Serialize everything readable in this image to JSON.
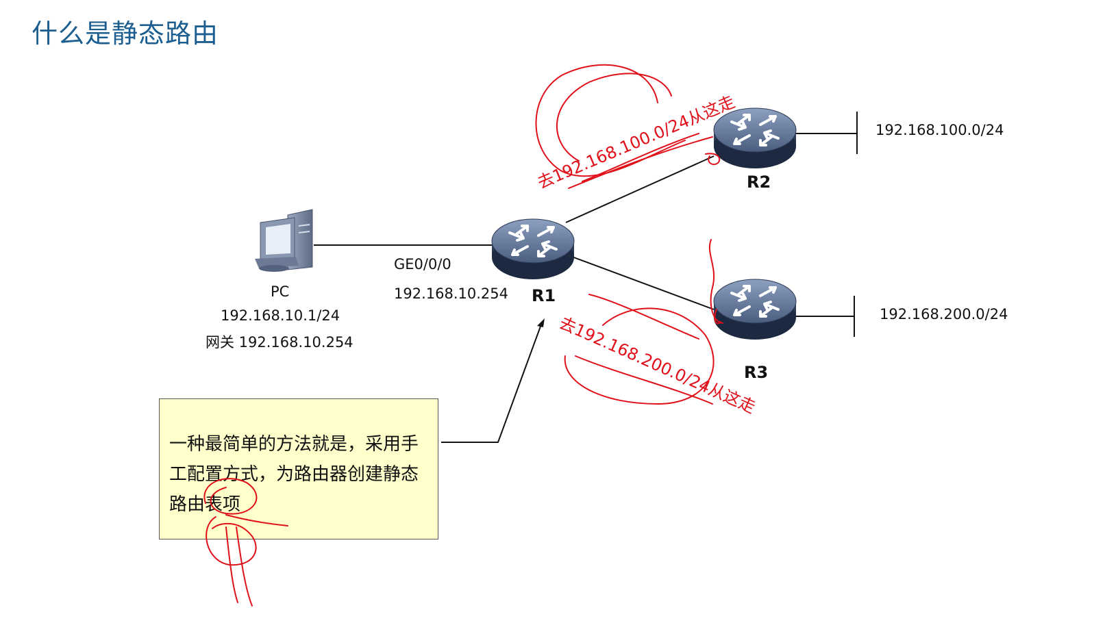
{
  "title": "什么是静态路由",
  "pc": {
    "name": "PC",
    "ip": "192.168.10.1/24",
    "gateway": "网关 192.168.10.254"
  },
  "r1": {
    "name": "R1",
    "interface": "GE0/0/0",
    "ip": "192.168.10.254"
  },
  "r2": {
    "name": "R2",
    "network": "192.168.100.0/24"
  },
  "r3": {
    "name": "R3",
    "network": "192.168.200.0/24"
  },
  "callout_text": "一种最简单的方法就是，采用手工配置方式，为路由器创建静态路由表项",
  "annotations": {
    "to_r2": "去192.168.100.0/24从这走",
    "to_r3": "去192.168.200.0/24从这走",
    "color": "#e0101a"
  },
  "colors": {
    "title": "#1b5e8f",
    "router_body": "#3a4b6b",
    "callout_bg": "#ffffcc"
  }
}
